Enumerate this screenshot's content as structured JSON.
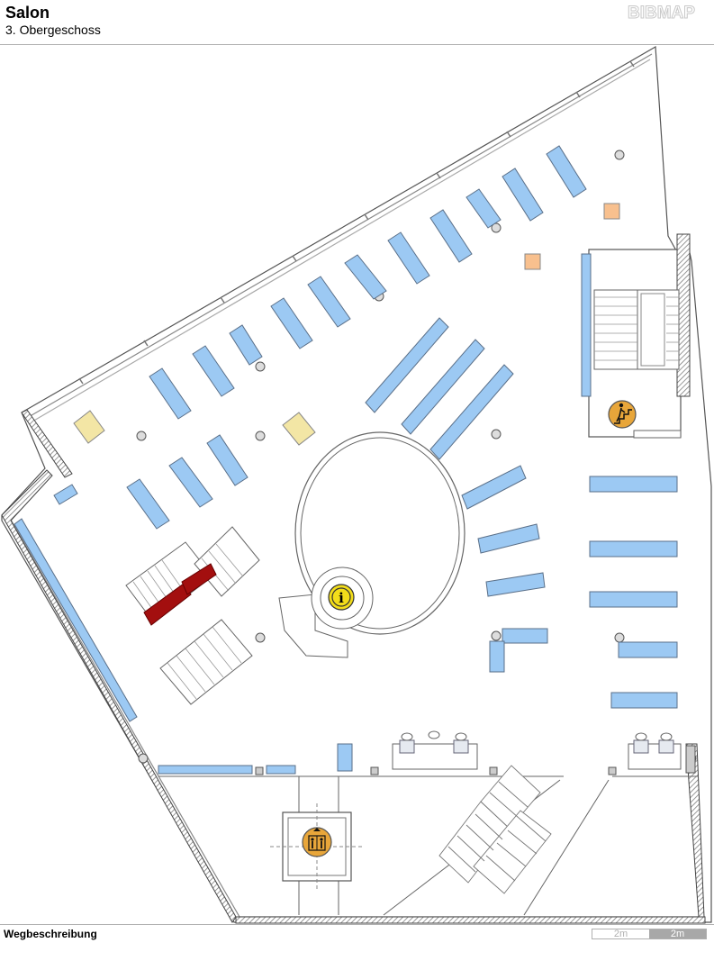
{
  "header": {
    "title": "Salon",
    "subtitle": "3. Obergeschoss",
    "logo_text": "BIBMAP"
  },
  "footer": {
    "label": "Wegbeschreibung",
    "scale_left": "2m",
    "scale_right": "2m"
  },
  "map": {
    "icons": {
      "info": "information-icon",
      "stairs": "stairs-person-icon",
      "elevator": "elevator-icon"
    },
    "info_glyph": "i",
    "colors": {
      "shelf": "#9cc9f3",
      "shelf_outline": "#5a6f88",
      "seat_yellow": "#f3e6a5",
      "seat_orange": "#f8c08e",
      "red_furniture": "#a30f0f",
      "wall": "#555555",
      "icon_circle": "#e8a63a",
      "info_circle": "#f2dd1a"
    }
  }
}
